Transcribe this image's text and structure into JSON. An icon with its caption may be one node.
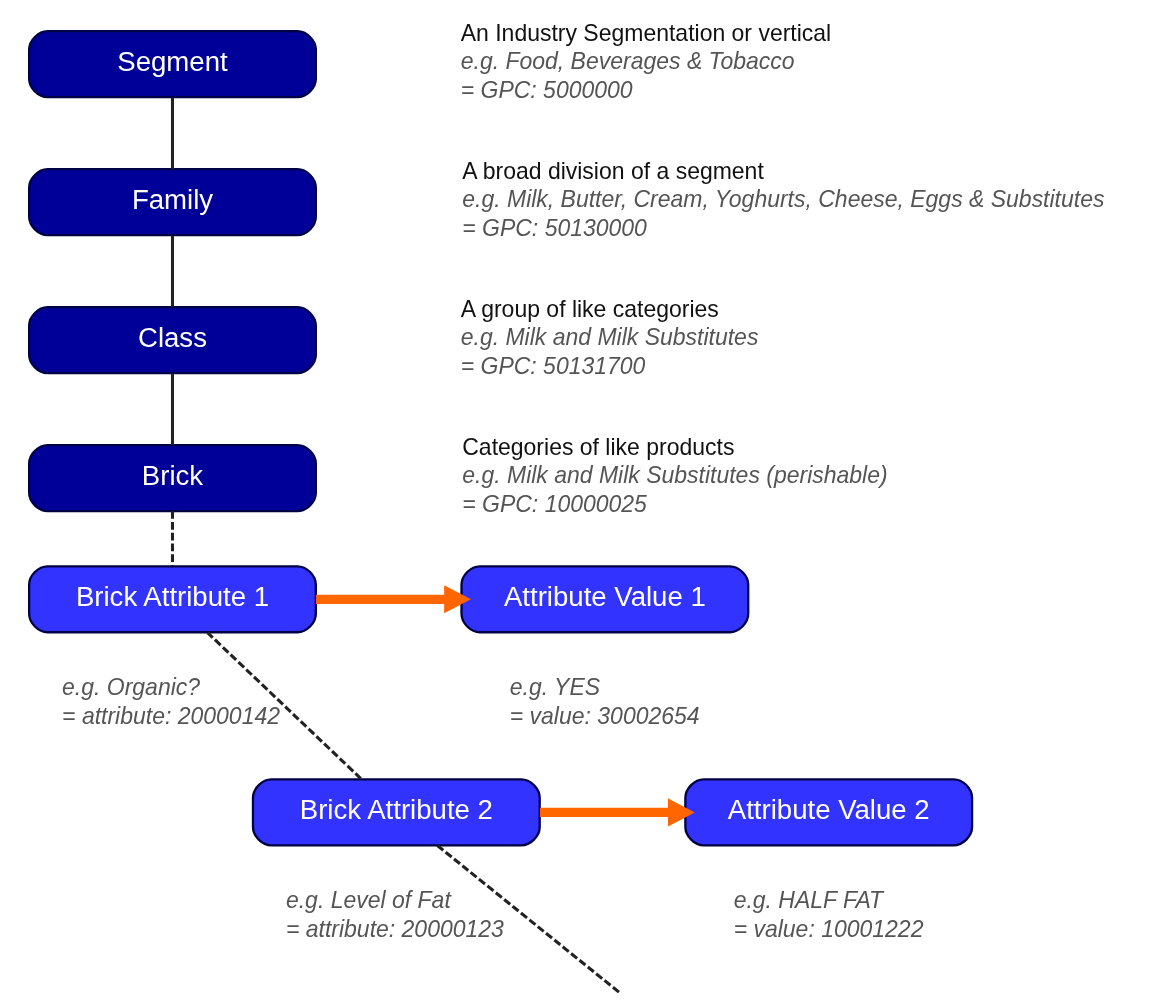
{
  "diagram": {
    "nodes": [
      {
        "text": [
          "Segment"
        ],
        "beside": [
          "An Industry Segmentation or vertical",
          "e.g. Food, Beverages & Tobacco",
          "= GPC: 5000000"
        ]
      },
      {
        "text": [
          "Family"
        ],
        "beside": [
          "A broad division of a segment",
          "e.g. Milk, Butter, Cream, Yoghurts, Cheese, Eggs & Substitutes",
          "= GPC: 50130000"
        ]
      },
      {
        "text": [
          "Class"
        ],
        "beside": [
          "A group of like categories",
          "e.g. Milk and Milk Substitutes",
          "= GPC: 50131700"
        ]
      },
      {
        "text": [
          "Brick"
        ],
        "beside": [
          "Categories of like products",
          "e.g. Milk and Milk Substitutes (perishable)",
          "= GPC: 10000025"
        ]
      },
      {
        "text": [
          "Brick Attribute 1"
        ],
        "beside": [
          "e.g. Organic?",
          "= attribute: 20000142"
        ]
      },
      {
        "text": [
          "Attribute Value 1"
        ],
        "beside": [
          "e.g. YES",
          "= value: 30002654"
        ]
      },
      {
        "text": [
          "Brick Attribute 2"
        ],
        "beside": [
          "e.g. Level of Fat",
          "= attribute: 20000123"
        ]
      },
      {
        "text": [
          "Attribute Value 2"
        ],
        "beside": [
          "e.g. HALF FAT",
          "= value: 10001222"
        ]
      }
    ],
    "edges": [
      {
        "from": 0,
        "to": 1,
        "arrow": "none"
      },
      {
        "from": 1,
        "to": 2,
        "arrow": "none"
      },
      {
        "from": 2,
        "to": 3,
        "arrow": "none"
      },
      {
        "from": 3,
        "to": 4,
        "arrow": "none",
        "style": "dashed"
      },
      {
        "from": 4,
        "to": 5,
        "arrow": "to",
        "style": "thick",
        "color": "#ff6600"
      },
      {
        "from": 4,
        "to": 6,
        "arrow": "none",
        "style": "dashed"
      },
      {
        "from": 6,
        "to": 7,
        "arrow": "to",
        "style": "thick",
        "color": "#ff6600"
      },
      {
        "from": 6,
        "to": null,
        "arrow": "none",
        "style": "dashed"
      }
    ]
  }
}
